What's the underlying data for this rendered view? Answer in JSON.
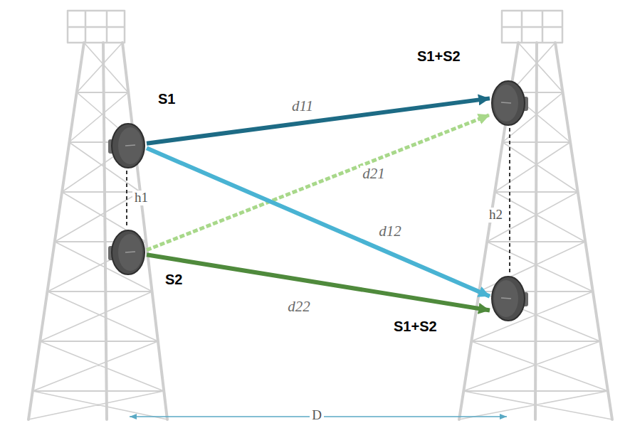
{
  "diagram": {
    "nodes": [
      {
        "text": [
          "S1"
        ]
      },
      {
        "text": [
          "S1+S2"
        ]
      },
      {
        "text": [
          "S2"
        ]
      },
      {
        "text": [
          "S1+S2"
        ]
      }
    ],
    "edges": [
      {
        "from": 0,
        "to": 1,
        "arrow": "to",
        "label": "d11"
      },
      {
        "from": 2,
        "to": 1,
        "arrow": "to",
        "label": "d21"
      },
      {
        "from": 0,
        "to": 3,
        "arrow": "to",
        "label": "d12"
      },
      {
        "from": 2,
        "to": 3,
        "arrow": "to",
        "label": "d22"
      }
    ],
    "labels": [
      "h1",
      "h2",
      "D"
    ]
  }
}
